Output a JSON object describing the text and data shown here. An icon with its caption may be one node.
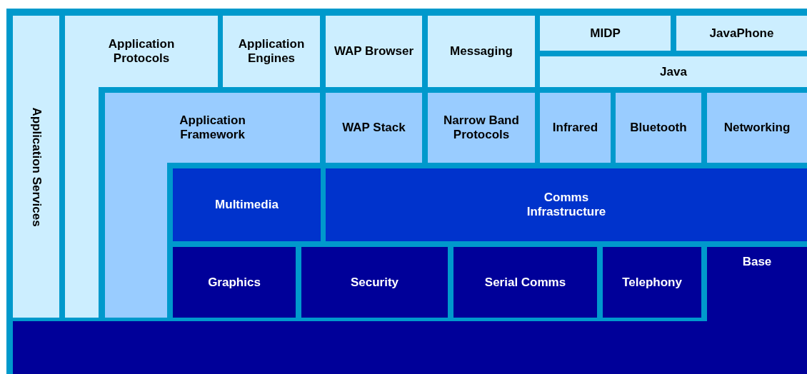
{
  "diagram": {
    "nodes": [
      {
        "text": [
          "Application Services"
        ]
      },
      {
        "text": [
          "Application Protocols"
        ]
      },
      {
        "text": [
          "Application Engines"
        ]
      },
      {
        "text": [
          "WAP Browser"
        ]
      },
      {
        "text": [
          "Messaging"
        ]
      },
      {
        "text": [
          "MIDP"
        ]
      },
      {
        "text": [
          "JavaPhone"
        ]
      },
      {
        "text": [
          "Java"
        ]
      },
      {
        "text": [
          "Application Framework"
        ]
      },
      {
        "text": [
          "WAP Stack"
        ]
      },
      {
        "text": [
          "Narrow Band Protocols"
        ]
      },
      {
        "text": [
          "Infrared"
        ]
      },
      {
        "text": [
          "Bluetooth"
        ]
      },
      {
        "text": [
          "Networking"
        ]
      },
      {
        "text": [
          "Multimedia"
        ]
      },
      {
        "text": [
          "Comms Infrastructure"
        ]
      },
      {
        "text": [
          "Graphics"
        ]
      },
      {
        "text": [
          "Security"
        ]
      },
      {
        "text": [
          "Serial Comms"
        ]
      },
      {
        "text": [
          "Telephony"
        ]
      },
      {
        "text": [
          "Base"
        ]
      }
    ],
    "edges": []
  }
}
